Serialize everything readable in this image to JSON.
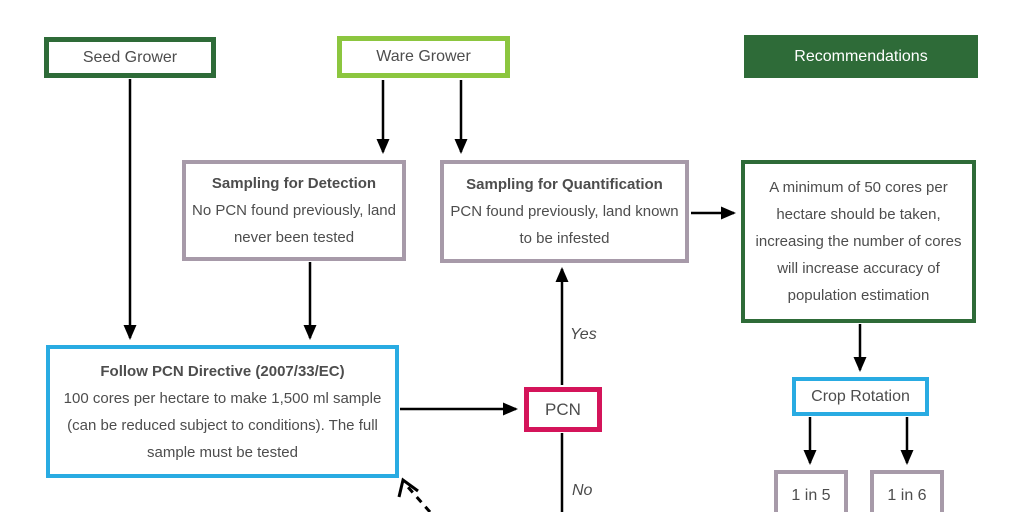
{
  "diagram": {
    "seed_grower": {
      "label": "Seed Grower"
    },
    "ware_grower": {
      "label": "Ware Grower"
    },
    "recommendations_header": {
      "label": "Recommendations"
    },
    "sampling_detection": {
      "title": "Sampling for Detection",
      "body": "No PCN found previously, land never been tested"
    },
    "sampling_quantification": {
      "title": "Sampling for Quantification",
      "body": "PCN found previously, land known to be infested"
    },
    "recommendation_detail": {
      "body": "A minimum of 50 cores per hectare should be taken, increasing the number of cores will increase accuracy of population estimation"
    },
    "follow_directive": {
      "title": "Follow PCN Directive (2007/33/EC)",
      "body": "100 cores per hectare to make 1,500 ml sample (can be reduced subject to conditions). The full sample must be tested"
    },
    "pcn": {
      "label": "PCN"
    },
    "decision_labels": {
      "yes": "Yes",
      "no": "No"
    },
    "crop_rotation": {
      "label": "Crop Rotation"
    },
    "rotation_1_in_5": {
      "label": "1 in 5"
    },
    "rotation_1_in_6": {
      "label": "1 in 6"
    }
  },
  "colors": {
    "dark_green": "#2e6b38",
    "bright_green": "#8cc63f",
    "mauve_gray": "#a79aa9",
    "cyan": "#29abe2",
    "crimson": "#d4145a",
    "text_gray": "#4d4d4d",
    "arrow": "#000000"
  }
}
